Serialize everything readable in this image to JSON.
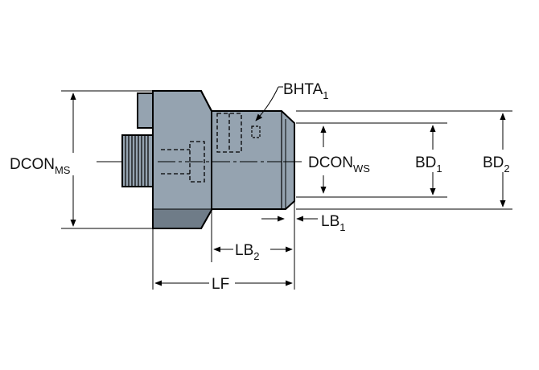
{
  "labels": {
    "bhta": {
      "main": "BHTA",
      "sub": "1"
    },
    "dcon_ms": {
      "main": "DCON",
      "sub": "MS"
    },
    "dcon_ws": {
      "main": "DCON",
      "sub": "WS"
    },
    "bd1": {
      "main": "BD",
      "sub": "1"
    },
    "bd2": {
      "main": "BD",
      "sub": "2"
    },
    "lb1": {
      "main": "LB",
      "sub": "1"
    },
    "lb2": {
      "main": "LB",
      "sub": "2"
    },
    "lf": {
      "main": "LF"
    }
  },
  "colors": {
    "body_fill": "#95a3b0",
    "shadow_fill": "#6f7c88",
    "outline": "#000000",
    "dimension_line": "#000000"
  }
}
